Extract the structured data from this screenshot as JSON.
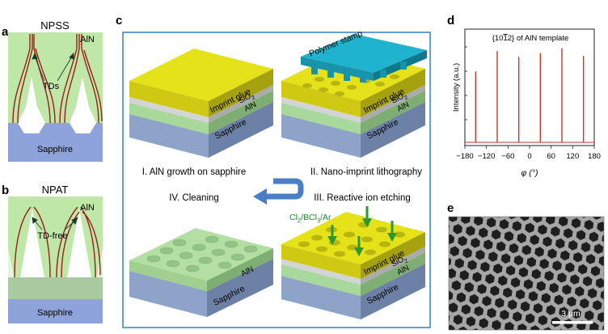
{
  "panels": {
    "a": {
      "letter": "a",
      "title": "NPSS",
      "aln": "AlN",
      "tds": "TDs",
      "substrate": "Sapphire"
    },
    "b": {
      "letter": "b",
      "title": "NPAT",
      "aln": "AlN",
      "tdfree": "TD-free",
      "substrate": "Sapphire"
    },
    "c": {
      "letter": "c",
      "steps": {
        "s1": "I. AlN growth on sapphire",
        "s2": "II. Nano-imprint lithography",
        "s3": "III. Reactive ion etching",
        "s4": "IV. Cleaning"
      },
      "layers": {
        "imprint": "Imprint glue",
        "sio2": "SiO",
        "sio2_sub": "2",
        "aln": "AlN",
        "sapphire": "Sapphire",
        "stamp": "Polymer stamp"
      },
      "gas": {
        "cl": "Cl",
        "cl_sub": "2",
        "bcl": "/BCl",
        "bcl_sub": "3",
        "ar": "/Ar"
      }
    },
    "d": {
      "letter": "d",
      "title_pre": "{10",
      "title_bar": "1",
      "title_post": "2} of AlN template",
      "ylabel": "Intensity (a.u.)",
      "xlabel": "φ (°)"
    },
    "e": {
      "letter": "e",
      "scalebar": "3 μm"
    }
  },
  "colors": {
    "green": "#bfe7a7",
    "sapphire": "#8ea3d9",
    "dislocation": "#9b1c1c",
    "yellow": "#e6e21a",
    "stamp": "#1fb3cf",
    "frame": "#3a7fc1",
    "peak": "#c0392b"
  },
  "chart_data": {
    "type": "line",
    "title": "{10-12} of AlN template",
    "xlabel": "φ (°)",
    "ylabel": "Intensity (a.u.)",
    "xlim": [
      -180,
      180
    ],
    "x_ticks": [
      -180,
      -120,
      -60,
      0,
      60,
      120,
      180
    ],
    "series": [
      {
        "x": [
          -150,
          -90,
          -30,
          30,
          90,
          150
        ],
        "values": [
          0.73,
          0.94,
          0.88,
          0.92,
          0.97,
          0.89
        ]
      }
    ]
  }
}
